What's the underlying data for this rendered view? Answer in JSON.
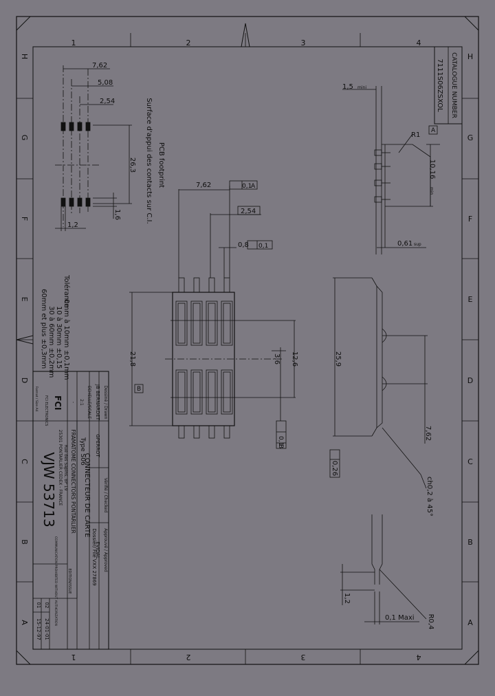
{
  "grid": {
    "columns": [
      "1",
      "2",
      "3",
      "4"
    ],
    "rows_left": [
      "H",
      "G",
      "F",
      "E",
      "D",
      "C",
      "B",
      "A"
    ],
    "rows_right": [
      "H",
      "G",
      "F",
      "E",
      "D",
      "C",
      "B",
      "A"
    ]
  },
  "catalogue": {
    "label": "CATALOGUE NUMBER",
    "number": "7111S06ZSXOL"
  },
  "footprint": {
    "title": "PCB footprint",
    "subtitle": "Surface d'appui des contacts sur C.I.",
    "dims": {
      "pitch3": "7,62",
      "pitch2": "5,08",
      "pitch1": "2,54",
      "length": "26,3",
      "pad_len": "1,6",
      "pad_w": "1,2"
    }
  },
  "front_view": {
    "dim_762": "7,62",
    "tol_762": "0,1",
    "ref_762": "A",
    "dim_254": "2,54",
    "dim_08": "0,8",
    "tol_08": "0,1",
    "dim_218": "21,8",
    "ref_b": "B",
    "dim_126": "12,6",
    "dim_36": "3,6",
    "tol_018": "0,1",
    "ref_018": "B"
  },
  "side_view": {
    "dim_15": "1,5",
    "dim_15_note": "mini",
    "r1": "R1",
    "ref_a": "A",
    "dim_1016": "10,16",
    "dim_1016_note": "min",
    "dim_061": "0,61",
    "dim_061_note": "sup"
  },
  "profile_view": {
    "dim_259": "25,9",
    "dim_762": "7,62",
    "tol_026": "0,26",
    "chamfer": "ch0,2 à 45°"
  },
  "detail_view": {
    "dim_12": "1,2",
    "dim_01": "0,1 Maxi",
    "radius": "R0,4"
  },
  "tolerances": {
    "title": "Tolérance",
    "lines": [
      "0mm à 10mm ±0,1mm",
      "10 à 30mm ±0,15",
      "30 à 60mm ±0,2mm",
      "60mm et plus ±0,3mm"
    ]
  },
  "title_block": {
    "company": "FCI",
    "company_sub": "FCI ELECTRONICS",
    "drawn_label": "Dessiné / Drawn",
    "drawn_by": "JB BERNARDET",
    "checked_label": "Vérifié / Checked",
    "checked_by": "GPERROT",
    "approved_label": "Approuvé / Approved",
    "approved_by": "EVIDAL",
    "scale_label": "ECHELLE/SCALE",
    "scale_value": "2:1",
    "scale_sub": "-",
    "company_name": "FRAMATOME CONNECTORS PONTARLIER",
    "address1": "Rue des Sapins, BP 19",
    "address2": "25301 PONTARLIER CEDEX - FRANCE",
    "type": "Type S06",
    "product": "CONNECTEUR DE CARTE",
    "file": "Dossier/ File VXX 27869",
    "doc_number": "VJW 53713",
    "confidential": "COMMUNICATION PROHIBITED WITHOUT AUTHORIZATION",
    "edition_label": "EDITION/ISSUE",
    "revisions": [
      {
        "rev": "02",
        "date": "24-01-01"
      },
      {
        "rev": "01",
        "date": "15-12-97"
      }
    ],
    "format": "Format / Size A4"
  }
}
